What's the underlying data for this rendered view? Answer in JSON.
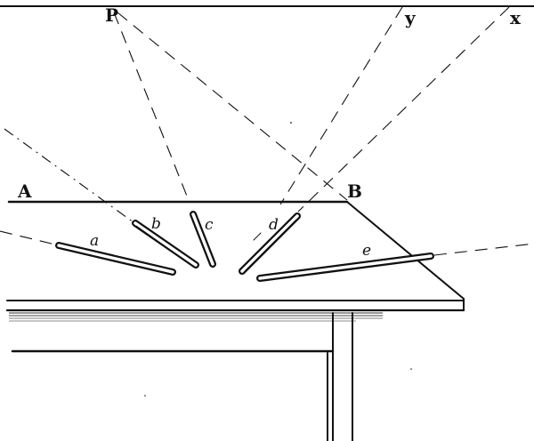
{
  "diagram": {
    "subject": "Perspective of rods lying on a table",
    "labels": {
      "vanishing_point_p": "P",
      "vanishing_point_y": "y",
      "vanishing_point_x": "x",
      "table_edge_start": "A",
      "table_edge_end": "B",
      "rod_a": "a",
      "rod_b": "b",
      "rod_c": "c",
      "rod_d": "d",
      "rod_e": "e"
    },
    "colors": {
      "ink": "#111111",
      "paper": "#ffffff"
    }
  }
}
